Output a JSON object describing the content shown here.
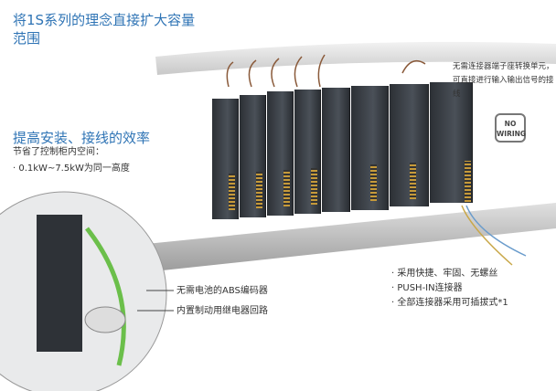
{
  "title": "将1S系列的理念直接扩大容量范围",
  "section": {
    "heading": "提高安装、接线的效率",
    "line1": "节省了控制柜内空间：",
    "line2": "· 0.1kW~7.5kW为同一高度"
  },
  "top_note": "无需连接器端子座转换单元，可直接进行输入输出信号的接线",
  "badge": {
    "line1": "NO",
    "line2": "WIRING"
  },
  "callouts": [
    "无需电池的ABS编码器",
    "内置制动用继电器回路"
  ],
  "bullets": [
    "· 采用快捷、牢固、无螺丝",
    "· PUSH-IN连接器",
    "· 全部连接器采用可插拔式*1"
  ],
  "colors": {
    "accent": "#2f74b5"
  }
}
